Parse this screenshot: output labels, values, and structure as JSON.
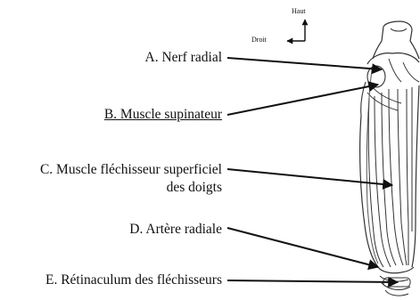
{
  "orientation": {
    "up_label": "Haut",
    "right_label": "Droit"
  },
  "labels": {
    "a": "A. Nerf radial",
    "b": "B. Muscle supinateur",
    "c_line1": "C. Muscle fléchisseur superficiel",
    "c_line2": "des doigts",
    "d": "D. Artère radiale",
    "e": "E. Rétinaculum des fléchisseurs"
  },
  "icons": [
    "compass-arrow-icon"
  ]
}
